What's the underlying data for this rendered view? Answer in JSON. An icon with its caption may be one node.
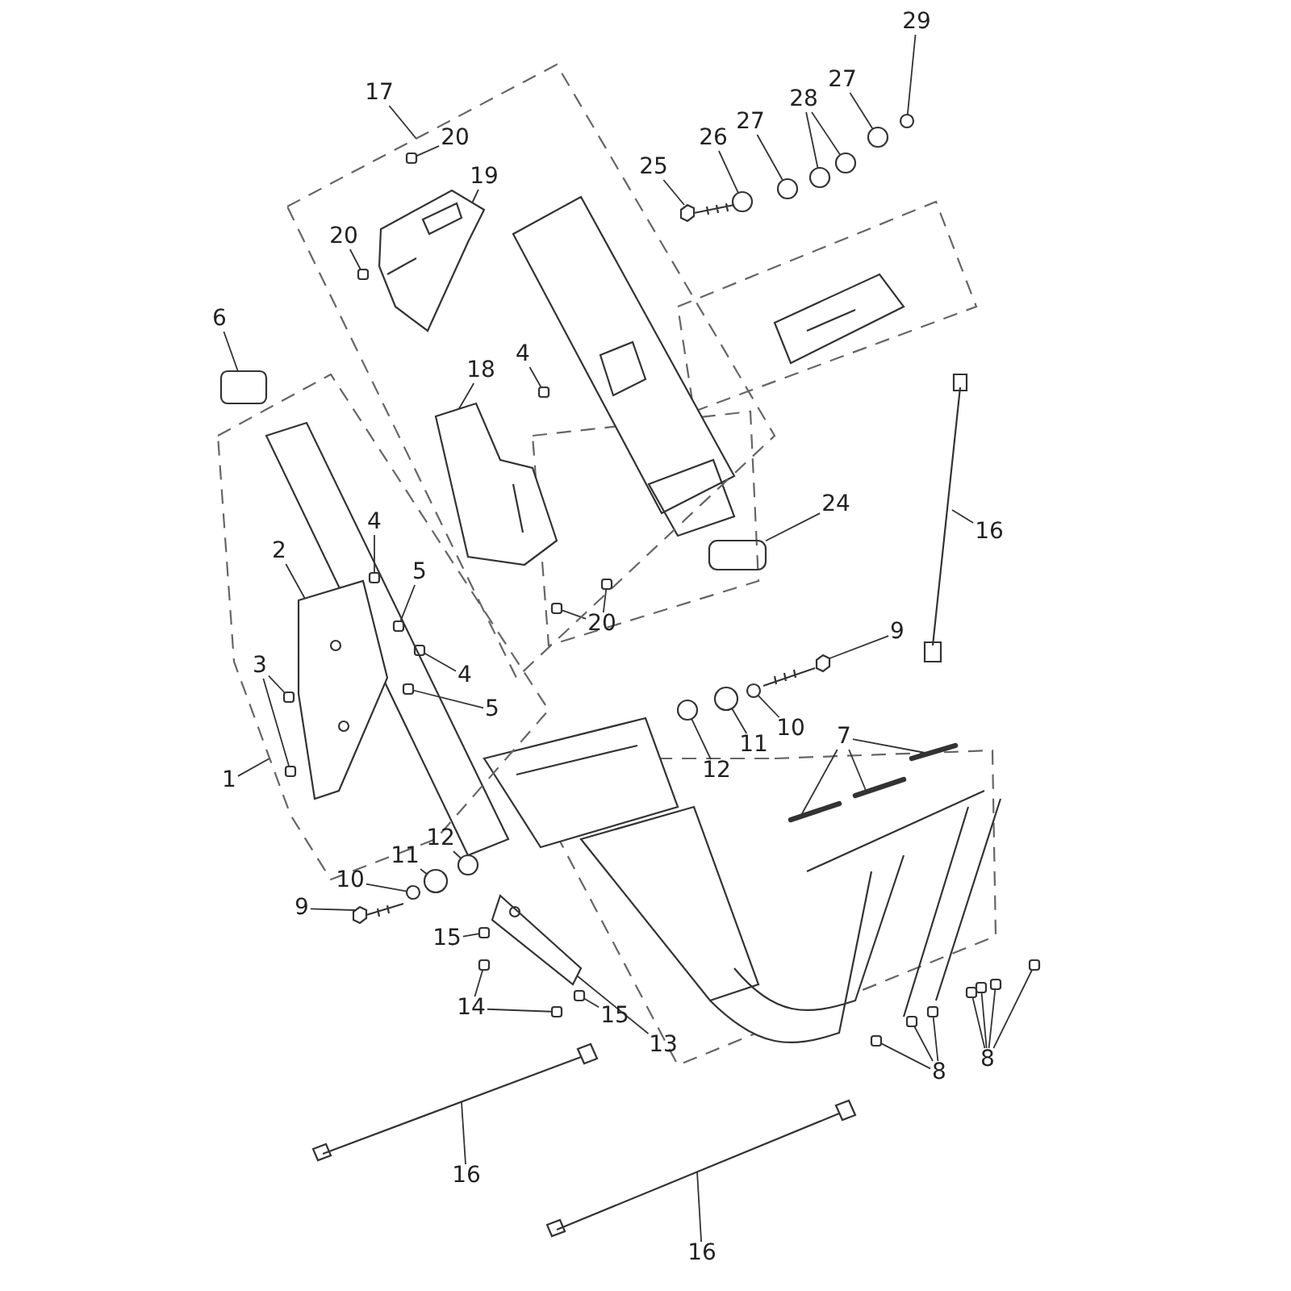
{
  "diagram": {
    "nodes": [
      {
        "text": [
          "17"
        ]
      },
      {
        "text": [
          "29"
        ]
      },
      {
        "text": [
          "20"
        ],
        "in": 40
      },
      {
        "text": [
          "27"
        ]
      },
      {
        "text": [
          "28"
        ]
      },
      {
        "text": [
          "26"
        ]
      },
      {
        "text": [
          "27"
        ]
      },
      {
        "text": [
          "19"
        ],
        "in": 40
      },
      {
        "text": [
          "25"
        ]
      },
      {
        "text": [
          "20"
        ],
        "in": 40
      },
      {
        "text": [
          "6"
        ]
      },
      {
        "text": [
          "18"
        ],
        "in": 40
      },
      {
        "text": [
          "4"
        ],
        "in": 40
      },
      {
        "text": [
          "24"
        ]
      },
      {
        "text": [
          "16"
        ]
      },
      {
        "text": [
          "4"
        ],
        "in": 72
      },
      {
        "text": [
          "2"
        ],
        "in": 72
      },
      {
        "text": [
          "5"
        ],
        "in": 72
      },
      {
        "text": [
          "20"
        ]
      },
      {
        "text": [
          "9"
        ]
      },
      {
        "text": [
          "3"
        ],
        "in": 72
      },
      {
        "text": [
          "4"
        ],
        "in": 72
      },
      {
        "text": [
          "5"
        ],
        "in": 72
      },
      {
        "text": [
          "7"
        ]
      },
      {
        "text": [
          "11"
        ]
      },
      {
        "text": [
          "10"
        ]
      },
      {
        "text": [
          "12"
        ]
      },
      {
        "text": [
          "1"
        ]
      },
      {
        "text": [
          "12"
        ]
      },
      {
        "text": [
          "11"
        ]
      },
      {
        "text": [
          "10"
        ]
      },
      {
        "text": [
          "9"
        ]
      },
      {
        "text": [
          "15"
        ]
      },
      {
        "text": [
          "14"
        ]
      },
      {
        "text": [
          "15"
        ]
      },
      {
        "text": [
          "13"
        ]
      },
      {
        "text": [
          "8"
        ]
      },
      {
        "text": [
          "8"
        ]
      },
      {
        "text": [
          "16"
        ]
      },
      {
        "text": [
          "16"
        ]
      },
      {
        "text": [],
        "shape": "box"
      },
      {
        "text": [],
        "shape": "circle"
      },
      {
        "text": [],
        "shape": "box",
        "in": 40
      },
      {
        "text": [],
        "shape": "circle"
      },
      {
        "text": [],
        "shape": "circle"
      },
      {
        "text": [],
        "shape": "circle"
      },
      {
        "text": [],
        "shape": "circle"
      },
      {
        "text": [],
        "shape": "circle"
      },
      {
        "text": [],
        "shape": "picture",
        "in": 40
      },
      {
        "text": [],
        "shape": "picture"
      },
      {
        "text": [],
        "shape": "box",
        "in": 40
      },
      {
        "text": [],
        "shape": "box"
      },
      {
        "text": [],
        "shape": "picture",
        "in": 40
      },
      {
        "text": [],
        "shape": "box",
        "in": 40
      },
      {
        "text": [],
        "shape": "box"
      },
      {
        "text": [],
        "shape": "picture"
      },
      {
        "text": [],
        "shape": "box",
        "in": 72
      },
      {
        "text": [],
        "shape": "picture",
        "in": 72
      },
      {
        "text": [],
        "shape": "box",
        "in": 72
      },
      {
        "text": [],
        "shape": "box",
        "in": 40
      },
      {
        "text": [],
        "shape": "box",
        "in": 40
      },
      {
        "text": [],
        "shape": "picture"
      },
      {
        "text": [],
        "shape": "box",
        "in": 72
      },
      {
        "text": [],
        "shape": "box",
        "in": 72
      },
      {
        "text": [],
        "shape": "box",
        "in": 72
      },
      {
        "text": [],
        "shape": "box",
        "in": 72
      },
      {
        "text": [],
        "shape": "bar"
      },
      {
        "text": [],
        "shape": "bar"
      },
      {
        "text": [],
        "shape": "bar"
      },
      {
        "text": [],
        "shape": "circle"
      },
      {
        "text": [],
        "shape": "circle"
      },
      {
        "text": [],
        "shape": "circle"
      },
      {
        "text": [],
        "shape": "box"
      },
      {
        "text": [],
        "shape": "circle"
      },
      {
        "text": [],
        "shape": "circle"
      },
      {
        "text": [],
        "shape": "circle"
      },
      {
        "text": [],
        "shape": "picture"
      },
      {
        "text": [],
        "shape": "box"
      },
      {
        "text": [],
        "shape": "box"
      },
      {
        "text": [],
        "shape": "box"
      },
      {
        "text": [],
        "shape": "box"
      },
      {
        "text": [],
        "shape": "picture"
      },
      {
        "text": [],
        "shape": "box"
      },
      {
        "text": [],
        "shape": "box"
      },
      {
        "text": [],
        "shape": "box"
      },
      {
        "text": [],
        "shape": "box"
      },
      {
        "text": [],
        "shape": "box"
      },
      {
        "text": [],
        "shape": "box"
      },
      {
        "text": [],
        "shape": "box"
      },
      {
        "text": [],
        "shape": "picture"
      },
      {
        "text": [],
        "shape": "picture"
      }
    ],
    "edges": [
      {
        "from": 0,
        "to": 40,
        "arrow": "none"
      },
      {
        "from": 1,
        "to": 41,
        "arrow": "none"
      },
      {
        "from": 2,
        "to": 42,
        "arrow": "none"
      },
      {
        "from": 3,
        "to": 43,
        "arrow": "none"
      },
      {
        "from": 4,
        "to": 44,
        "arrow": "none"
      },
      {
        "from": 4,
        "to": 45,
        "arrow": "none"
      },
      {
        "from": 5,
        "to": 46,
        "arrow": "none"
      },
      {
        "from": 6,
        "to": 47,
        "arrow": "none"
      },
      {
        "from": 7,
        "to": 48,
        "arrow": "none"
      },
      {
        "from": 8,
        "to": 49,
        "arrow": "none"
      },
      {
        "from": 9,
        "to": 50,
        "arrow": "none"
      },
      {
        "from": 10,
        "to": 51,
        "arrow": "none"
      },
      {
        "from": 11,
        "to": 52,
        "arrow": "none"
      },
      {
        "from": 12,
        "to": 53,
        "arrow": "none"
      },
      {
        "from": 13,
        "to": 54,
        "arrow": "none"
      },
      {
        "from": 14,
        "to": 55,
        "arrow": "none"
      },
      {
        "from": 15,
        "to": 56,
        "arrow": "none"
      },
      {
        "from": 16,
        "to": 57,
        "arrow": "none"
      },
      {
        "from": 17,
        "to": 58,
        "arrow": "none"
      },
      {
        "from": 18,
        "to": 59,
        "arrow": "none"
      },
      {
        "from": 18,
        "to": 60,
        "arrow": "none"
      },
      {
        "from": 19,
        "to": 61,
        "arrow": "none"
      },
      {
        "from": 20,
        "to": 62,
        "arrow": "none"
      },
      {
        "from": 20,
        "to": 63,
        "arrow": "none"
      },
      {
        "from": 21,
        "to": 64,
        "arrow": "none"
      },
      {
        "from": 22,
        "to": 65,
        "arrow": "none"
      },
      {
        "from": 23,
        "to": 66,
        "arrow": "none"
      },
      {
        "from": 23,
        "to": 67,
        "arrow": "none"
      },
      {
        "from": 23,
        "to": 68,
        "arrow": "none"
      },
      {
        "from": 24,
        "to": 69,
        "arrow": "none"
      },
      {
        "from": 25,
        "to": 70,
        "arrow": "none"
      },
      {
        "from": 26,
        "to": 71,
        "arrow": "none"
      },
      {
        "from": 27,
        "to": 72,
        "arrow": "none"
      },
      {
        "from": 28,
        "to": 73,
        "arrow": "none"
      },
      {
        "from": 29,
        "to": 74,
        "arrow": "none"
      },
      {
        "from": 30,
        "to": 75,
        "arrow": "none"
      },
      {
        "from": 31,
        "to": 76,
        "arrow": "none"
      },
      {
        "from": 32,
        "to": 77,
        "arrow": "none"
      },
      {
        "from": 33,
        "to": 78,
        "arrow": "none"
      },
      {
        "from": 33,
        "to": 79,
        "arrow": "none"
      },
      {
        "from": 34,
        "to": 80,
        "arrow": "none"
      },
      {
        "from": 35,
        "to": 81,
        "arrow": "none"
      },
      {
        "from": 36,
        "to": 82,
        "arrow": "none"
      },
      {
        "from": 36,
        "to": 83,
        "arrow": "none"
      },
      {
        "from": 36,
        "to": 84,
        "arrow": "none"
      },
      {
        "from": 37,
        "to": 85,
        "arrow": "none"
      },
      {
        "from": 37,
        "to": 86,
        "arrow": "none"
      },
      {
        "from": 37,
        "to": 87,
        "arrow": "none"
      },
      {
        "from": 37,
        "to": 88,
        "arrow": "none"
      },
      {
        "from": 38,
        "to": 89,
        "arrow": "none"
      },
      {
        "from": 39,
        "to": 90,
        "arrow": "none"
      }
    ]
  }
}
